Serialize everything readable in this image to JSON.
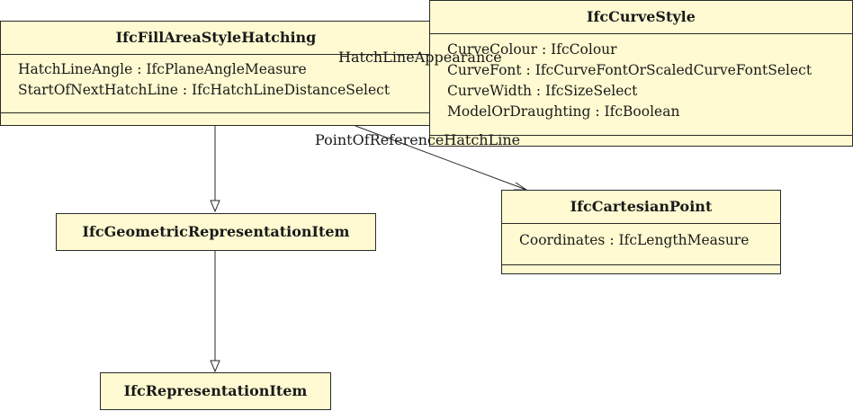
{
  "classes": {
    "fill_area_style_hatching": {
      "name": "IfcFillAreaStyleHatching",
      "attributes": [
        "HatchLineAngle : IfcPlaneAngleMeasure",
        "StartOfNextHatchLine : IfcHatchLineDistanceSelect"
      ]
    },
    "curve_style": {
      "name": "IfcCurveStyle",
      "attributes": [
        "CurveColour : IfcColour",
        "CurveFont : IfcCurveFontOrScaledCurveFontSelect",
        "CurveWidth : IfcSizeSelect",
        "ModelOrDraughting : IfcBoolean"
      ]
    },
    "cartesian_point": {
      "name": "IfcCartesianPoint",
      "attributes": [
        "Coordinates : IfcLengthMeasure"
      ]
    },
    "geometric_representation_item": {
      "name": "IfcGeometricRepresentationItem"
    },
    "representation_item": {
      "name": "IfcRepresentationItem"
    }
  },
  "associations": {
    "hatch_line_appearance": "HatchLineAppearance",
    "point_of_reference_hatch_line": "PointOfReferenceHatchLine"
  }
}
